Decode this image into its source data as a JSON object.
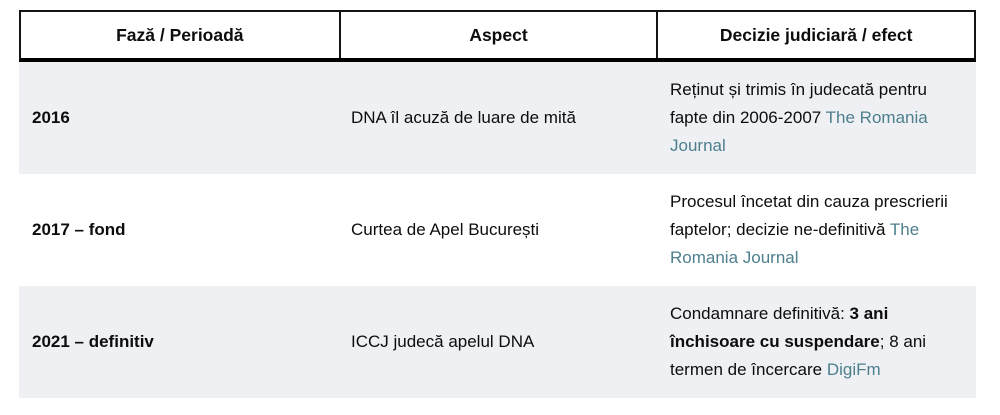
{
  "colors": {
    "link_accent": "#4d7f8d",
    "alt_row_bg": "#eef0f3",
    "border": "#141414"
  },
  "table": {
    "headers": {
      "phase": "Fază / Perioadă",
      "aspect": "Aspect",
      "decision": "Decizie judiciară / efect"
    },
    "rows": [
      {
        "phase": "2016",
        "aspect": "DNA îl acuză de luare de mită",
        "decision": {
          "pre": "Reținut și trimis în judecată pentru fapte din 2006-2007 ",
          "link": "The Romania Journal"
        }
      },
      {
        "phase": "2017 – fond",
        "aspect": "Curtea de Apel București",
        "decision": {
          "pre": "Procesul încetat din cauza prescrierii faptelor; decizie ne-definitivă ",
          "link": "The Romania Journal"
        }
      },
      {
        "phase": "2021 – definitiv",
        "aspect": "ICCJ judecă apelul DNA",
        "decision": {
          "pre": "Condamnare definitivă: ",
          "bold": "3 ani închisoare cu suspendare",
          "mid": "; 8 ani termen de încercare ",
          "link": "DigiFm"
        }
      }
    ]
  }
}
